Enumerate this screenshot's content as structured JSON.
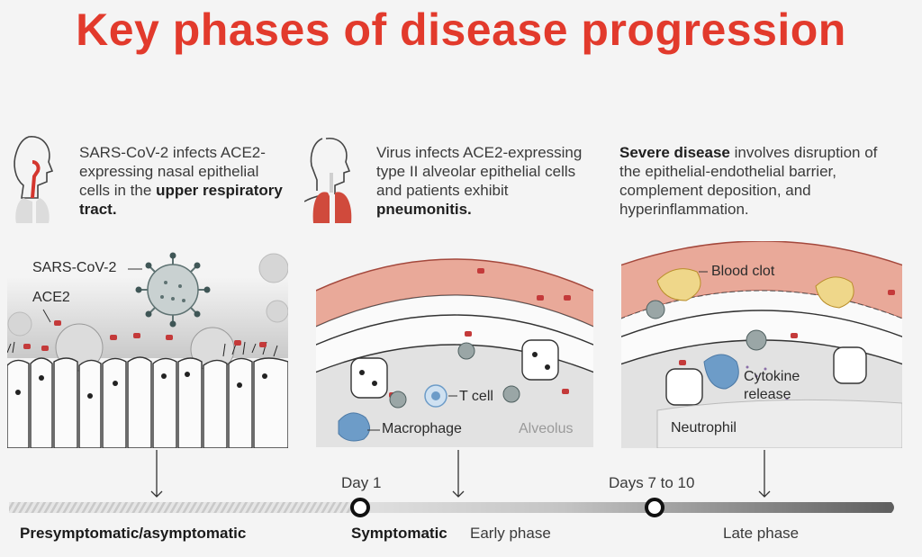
{
  "title": "Key phases of disease progression",
  "colors": {
    "title": "#e23a2c",
    "vessel": "#e9a999",
    "ace2": "#c43a3a",
    "virus": "#6e7f80",
    "immune": "#6d9cc8"
  },
  "panels": [
    {
      "icon": "nasal-infection-icon",
      "text_pre": "SARS-CoV-2 infects ACE2-expressing nasal epithelial cells in the",
      "text_bold": "upper respiratory tract.",
      "labels": [
        "SARS-CoV-2",
        "ACE2"
      ]
    },
    {
      "icon": "lungs-icon",
      "text_pre": "Virus infects ACE2-expressing type II alveolar epithelial cells and patients exhibit",
      "text_bold": "pneumonitis.",
      "labels": [
        "T cell",
        "Macrophage",
        "Alveolus"
      ]
    },
    {
      "icon": "",
      "text_bold": "Severe disease",
      "text_post": "involves disruption of the epithelial-endothelial barrier, complement deposition, and hyperinflammation.",
      "labels": [
        "Blood clot",
        "Cytokine",
        "release",
        "Neutrophil"
      ]
    }
  ],
  "timeline": {
    "markers": [
      "Day 1",
      "Days 7 to 10"
    ],
    "phases": [
      "Presymptomatic/asymptomatic",
      "Symptomatic",
      "Early phase",
      "Late phase"
    ]
  }
}
